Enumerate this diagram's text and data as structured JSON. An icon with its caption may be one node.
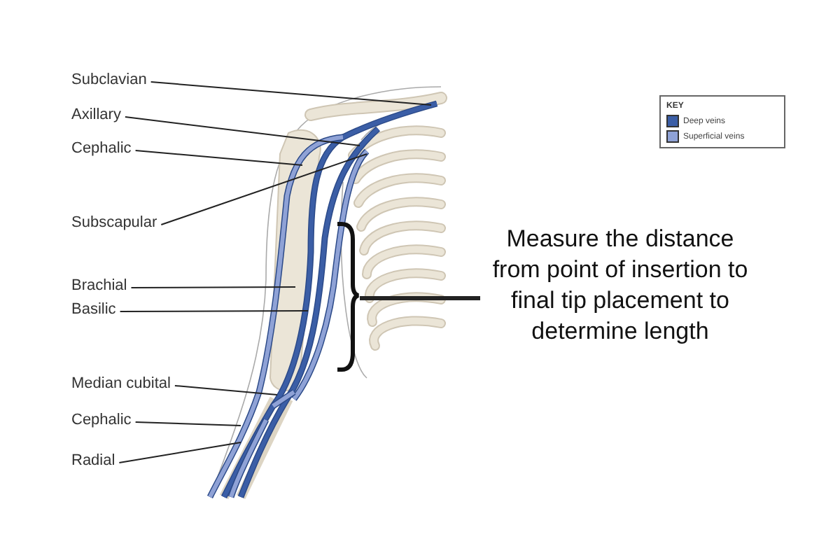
{
  "diagram": {
    "nodes": [
      {
        "text": [
          "Subclavian"
        ]
      },
      {
        "text": [
          "Axillary"
        ]
      },
      {
        "text": [
          "Cephalic"
        ]
      },
      {
        "text": [
          "Subscapular"
        ]
      },
      {
        "text": [
          "Brachial"
        ]
      },
      {
        "text": [
          "Basilic"
        ]
      },
      {
        "text": [
          "Median cubital"
        ]
      },
      {
        "text": [
          "Cephalic"
        ]
      },
      {
        "text": [
          "Radial"
        ]
      },
      {
        "text": [
          "Measure the distance from point of insertion to final tip placement to determine length"
        ]
      },
      {
        "text": [],
        "shape": "bar"
      }
    ],
    "edges": [
      {
        "from": 0,
        "to": null,
        "arrow": "none"
      },
      {
        "from": 1,
        "to": null,
        "arrow": "none"
      },
      {
        "from": 2,
        "to": null,
        "arrow": "none"
      },
      {
        "from": 3,
        "to": null,
        "arrow": "none"
      },
      {
        "from": 4,
        "to": null,
        "arrow": "none"
      },
      {
        "from": 5,
        "to": null,
        "arrow": "none"
      },
      {
        "from": 6,
        "to": null,
        "arrow": "none"
      },
      {
        "from": 7,
        "to": null,
        "arrow": "none"
      },
      {
        "from": 8,
        "to": null,
        "arrow": "none"
      },
      {
        "from": 9,
        "to": 10,
        "arrow": "none",
        "style": "thick"
      }
    ],
    "labels": [
      "KEY"
    ],
    "legend": [
      {
        "text": "Deep veins",
        "color": "#3b5ea6"
      },
      {
        "text": "Superficial veins",
        "color": "#8fa2d6"
      }
    ]
  }
}
